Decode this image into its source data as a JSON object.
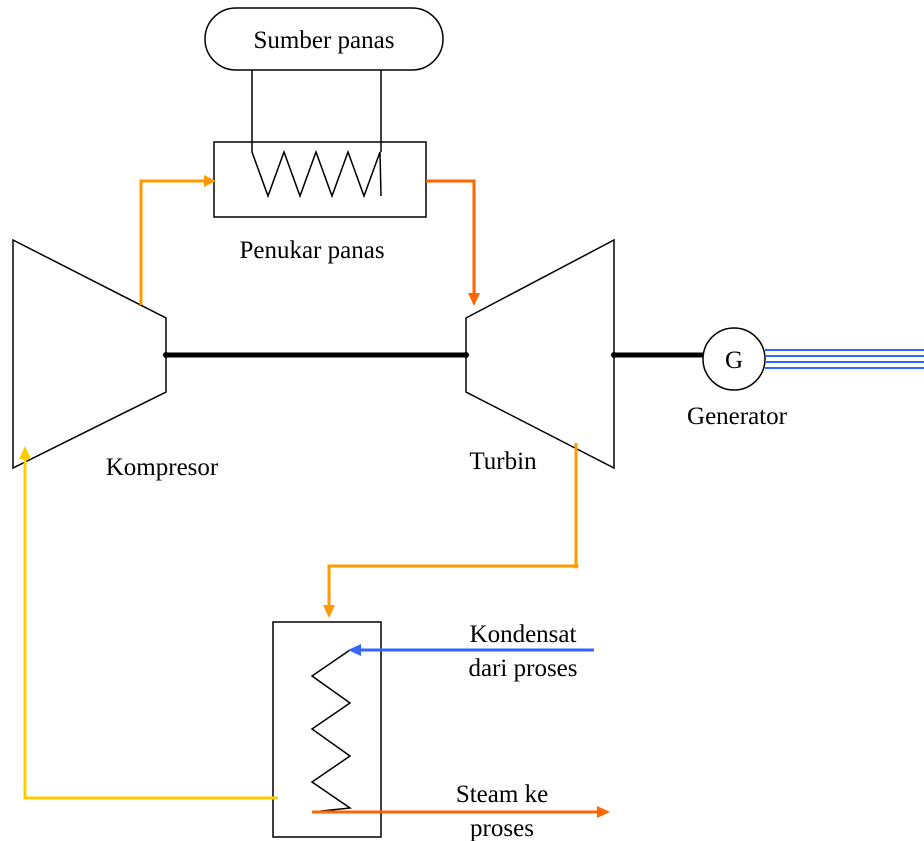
{
  "labels": {
    "heat_source": "Sumber panas",
    "heat_exchanger": "Penukar panas",
    "compressor": "Kompresor",
    "turbine": "Turbin",
    "generator_symbol": "G",
    "generator": "Generator",
    "condensate_line1": "Kondensat",
    "condensate_line2": "dari proses",
    "steam_line1": "Steam ke",
    "steam_line2": "proses"
  },
  "colors": {
    "compressor_outlet": "#ff9900",
    "hot_gas": "#ff6600",
    "turbine_exhaust": "#ff9900",
    "return_flow": "#ffcc00",
    "condensate": "#3366ff",
    "steam": "#ff6600",
    "shaft": "#000000",
    "power_output": "#3366ff"
  }
}
